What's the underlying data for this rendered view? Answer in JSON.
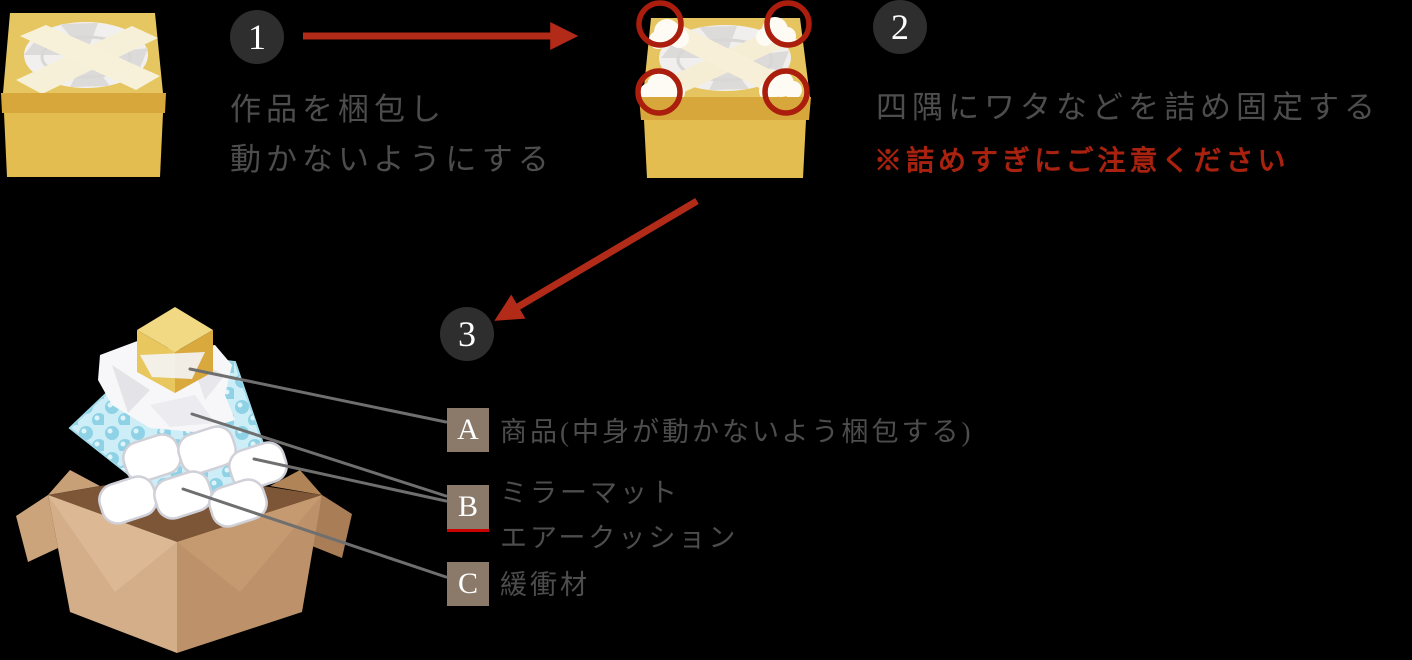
{
  "steps": [
    {
      "number": "1",
      "lines": [
        "作品を梱包し",
        "動かないようにする"
      ]
    },
    {
      "number": "2",
      "lines": [
        "四隅にワタなどを詰め固定する"
      ],
      "note": "※詰めすぎにご注意ください"
    },
    {
      "number": "3"
    }
  ],
  "legend": [
    {
      "key": "A",
      "lines": [
        "商品(中身が動かないよう梱包する)"
      ]
    },
    {
      "key": "B",
      "lines": [
        "ミラーマット",
        "エアークッション"
      ]
    },
    {
      "key": "C",
      "lines": [
        "緩衝材"
      ]
    }
  ],
  "icons": {
    "arrow_right": "red-arrow-right",
    "arrow_diagonal": "red-arrow-down-left",
    "corner_marker": "red-circle-outline"
  },
  "colors": {
    "background": "#000000",
    "text_gray": "#4d4d4d",
    "accent_red": "#a8220f",
    "arrow_red": "#b22a18",
    "corner_circle_red": "#ab1d0d",
    "badge_dark": "#2e2e2e",
    "legend_box_brown": "#8b7a69",
    "gold_box": "#e4bd51",
    "cardboard": "#d4ae89",
    "bubble_wrap_blue": "#cdeef7"
  }
}
